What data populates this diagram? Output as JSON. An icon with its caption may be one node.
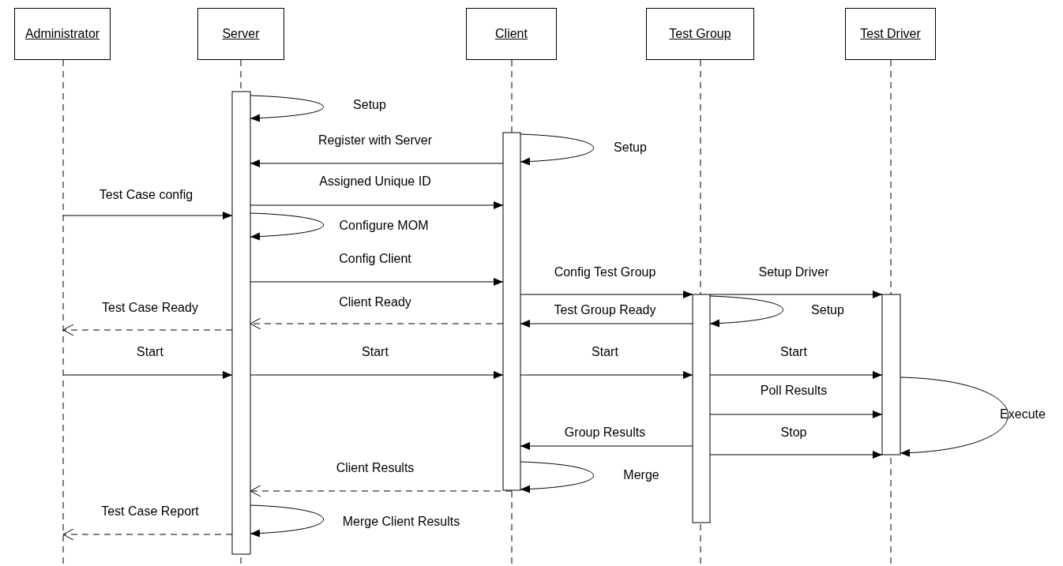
{
  "diagram": {
    "nodes": [
      {
        "text": [
          "Administrator"
        ]
      },
      {
        "text": [
          "Server"
        ]
      },
      {
        "text": [
          "Client"
        ]
      },
      {
        "text": [
          "Test Group"
        ]
      },
      {
        "text": [
          "Test Driver"
        ]
      }
    ],
    "edges": [
      {
        "from": 1,
        "to": 1,
        "arrow": "to",
        "label": "Setup"
      },
      {
        "from": 2,
        "to": 2,
        "arrow": "to",
        "label": "Setup"
      },
      {
        "from": 2,
        "to": 1,
        "arrow": "to",
        "label": "Register with Server"
      },
      {
        "from": 1,
        "to": 2,
        "arrow": "to",
        "label": "Assigned Unique ID"
      },
      {
        "from": 0,
        "to": 1,
        "arrow": "to",
        "label": "Test Case config"
      },
      {
        "from": 1,
        "to": 1,
        "arrow": "to",
        "label": "Configure MOM"
      },
      {
        "from": 1,
        "to": 2,
        "arrow": "to",
        "label": "Config Client"
      },
      {
        "from": 2,
        "to": 3,
        "arrow": "to",
        "label": "Config Test Group"
      },
      {
        "from": 3,
        "to": 4,
        "arrow": "to",
        "label": "Setup Driver"
      },
      {
        "from": 1,
        "to": 0,
        "arrow": "to",
        "label": "Test Case Ready",
        "style": "dashed"
      },
      {
        "from": 2,
        "to": 1,
        "arrow": "to",
        "label": "Client Ready",
        "style": "dashed"
      },
      {
        "from": 3,
        "to": 2,
        "arrow": "to",
        "label": "Test Group Ready"
      },
      {
        "from": 3,
        "to": 3,
        "arrow": "to",
        "label": "Setup"
      },
      {
        "from": 0,
        "to": 1,
        "arrow": "to",
        "label": "Start"
      },
      {
        "from": 1,
        "to": 2,
        "arrow": "to",
        "label": "Start"
      },
      {
        "from": 2,
        "to": 3,
        "arrow": "to",
        "label": "Start"
      },
      {
        "from": 3,
        "to": 4,
        "arrow": "to",
        "label": "Start"
      },
      {
        "from": 3,
        "to": 4,
        "arrow": "to",
        "label": "Poll Results"
      },
      {
        "from": 4,
        "to": 4,
        "arrow": "to",
        "label": "Execute"
      },
      {
        "from": 3,
        "to": 2,
        "arrow": "to",
        "label": "Group Results"
      },
      {
        "from": 3,
        "to": 4,
        "arrow": "to",
        "label": "Stop"
      },
      {
        "from": 2,
        "to": 2,
        "arrow": "to",
        "label": "Merge"
      },
      {
        "from": 2,
        "to": 1,
        "arrow": "to",
        "label": "Client Results",
        "style": "dashed"
      },
      {
        "from": 1,
        "to": 0,
        "arrow": "to",
        "label": "Test Case Report",
        "style": "dashed"
      },
      {
        "from": 1,
        "to": 1,
        "arrow": "to",
        "label": "Merge Client Results"
      }
    ]
  }
}
